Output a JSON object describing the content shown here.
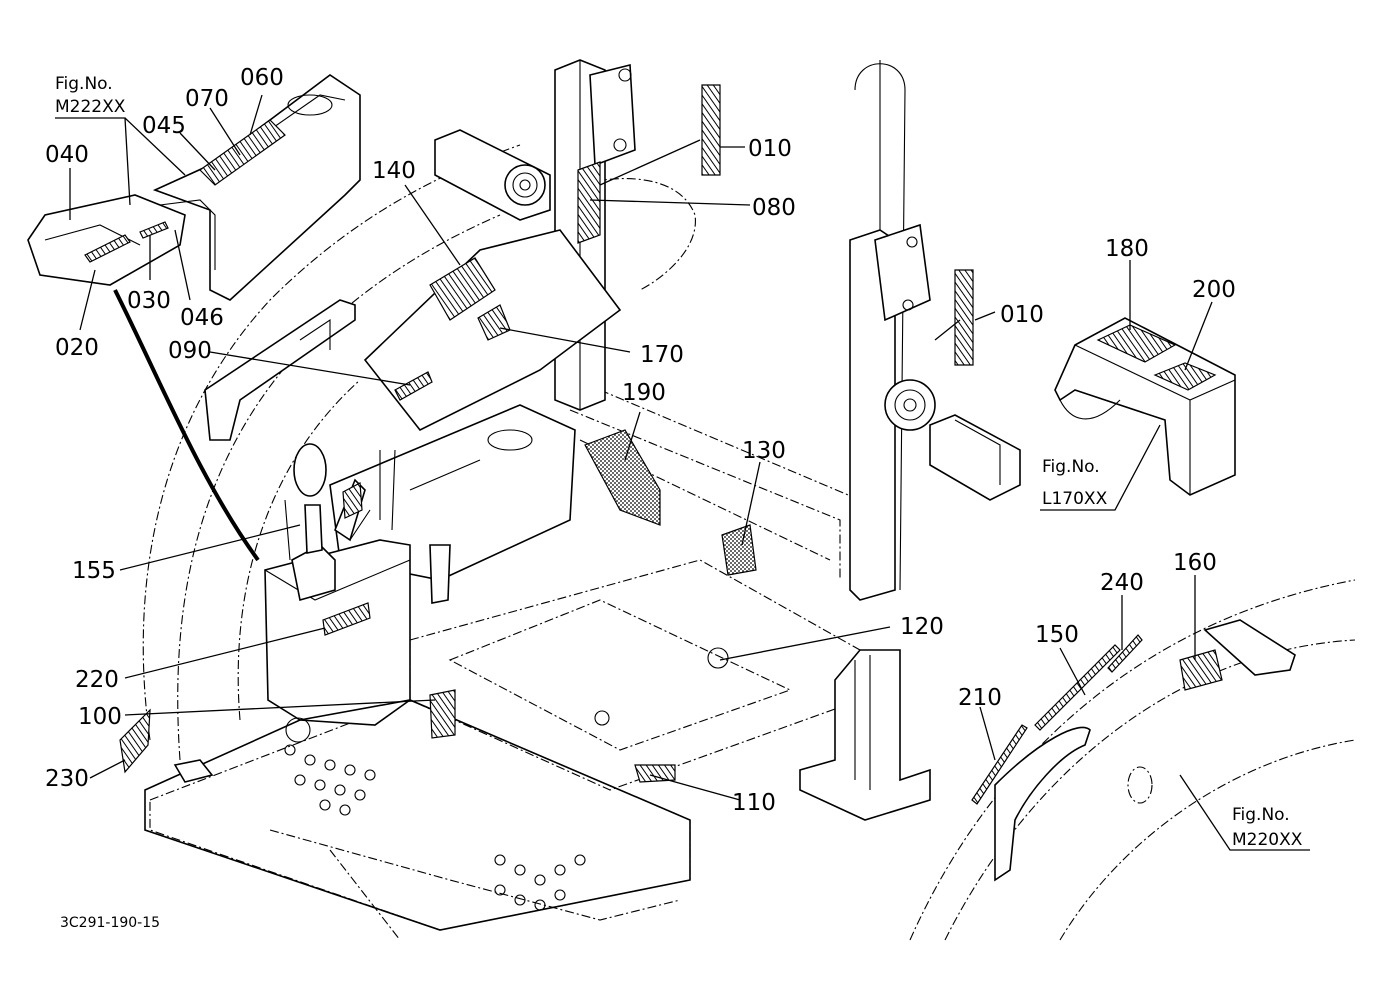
{
  "labels": {
    "l010a": "010",
    "l080": "080",
    "l140": "140",
    "l010b": "010",
    "l170": "170",
    "l090": "090",
    "l190": "190",
    "l130": "130",
    "l180": "180",
    "l200": "200",
    "l060": "060",
    "l070": "070",
    "l045": "045",
    "l040": "040",
    "l030": "030",
    "l046": "046",
    "l020": "020",
    "l155": "155",
    "l220": "220",
    "l100": "100",
    "l230": "230",
    "l110": "110",
    "l120": "120",
    "l240": "240",
    "l160": "160",
    "l150": "150",
    "l210": "210"
  },
  "figure_refs": {
    "m222": {
      "label": "Fig.No.",
      "code": "M222XX"
    },
    "l170": {
      "label": "Fig.No.",
      "code": "L170XX"
    },
    "m220": {
      "label": "Fig.No.",
      "code": "M220XX"
    }
  },
  "drawing_code": "3C291-190-15"
}
